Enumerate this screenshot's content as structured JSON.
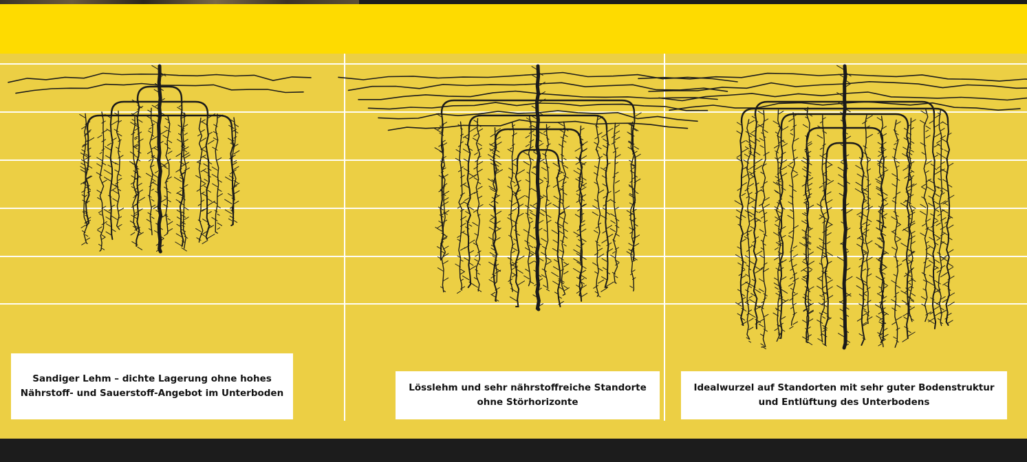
{
  "captions": {
    "left": "Sandiger Lehm – dichte Lagerung ohne hohes Nährstoff- und Sauerstoff-Angebot im Unterboden",
    "middle": "Lösslehm und sehr nährstoffreiche Standorte ohne Störhorizonte",
    "right": "Idealwurzel auf Standorten mit sehr guter Bodenstruktur und Entlüftung des Unterbodens"
  },
  "colors": {
    "header": "#fedb00",
    "soil": "#eccf44",
    "grid": "#ffffff",
    "root": "#1a1a1a",
    "footer": "#1c1c1c"
  }
}
